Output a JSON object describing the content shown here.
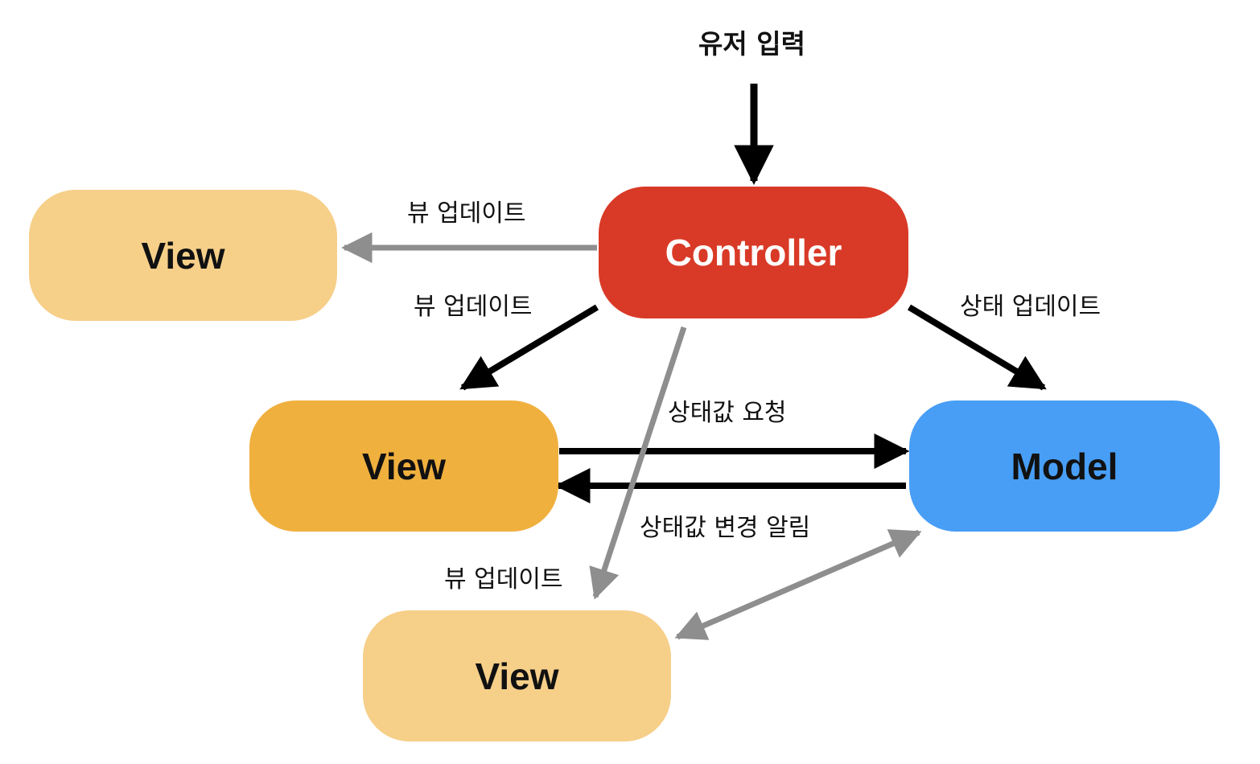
{
  "title": "유저 입력",
  "nodes": {
    "controller": {
      "label": "Controller",
      "color": "#d93a27",
      "text_color": "#ffffff"
    },
    "model": {
      "label": "Model",
      "color": "#489ef5",
      "text_color": "#111111"
    },
    "view_top": {
      "label": "View",
      "color": "#f6cf89",
      "text_color": "#111111"
    },
    "view_middle": {
      "label": "View",
      "color": "#f0b03e",
      "text_color": "#111111"
    },
    "view_bottom": {
      "label": "View",
      "color": "#f6cf89",
      "text_color": "#111111"
    }
  },
  "edges": {
    "controller_to_view_top": "뷰 업데이트",
    "controller_to_view_middle": "뷰 업데이트",
    "controller_to_model": "상태 업데이트",
    "view_to_model": "상태값 요청",
    "model_to_view": "상태값 변경 알림",
    "controller_to_view_bottom": "뷰 업데이트"
  },
  "colors": {
    "strong_arrow": "#000000",
    "weak_arrow": "#8e8e8e"
  }
}
